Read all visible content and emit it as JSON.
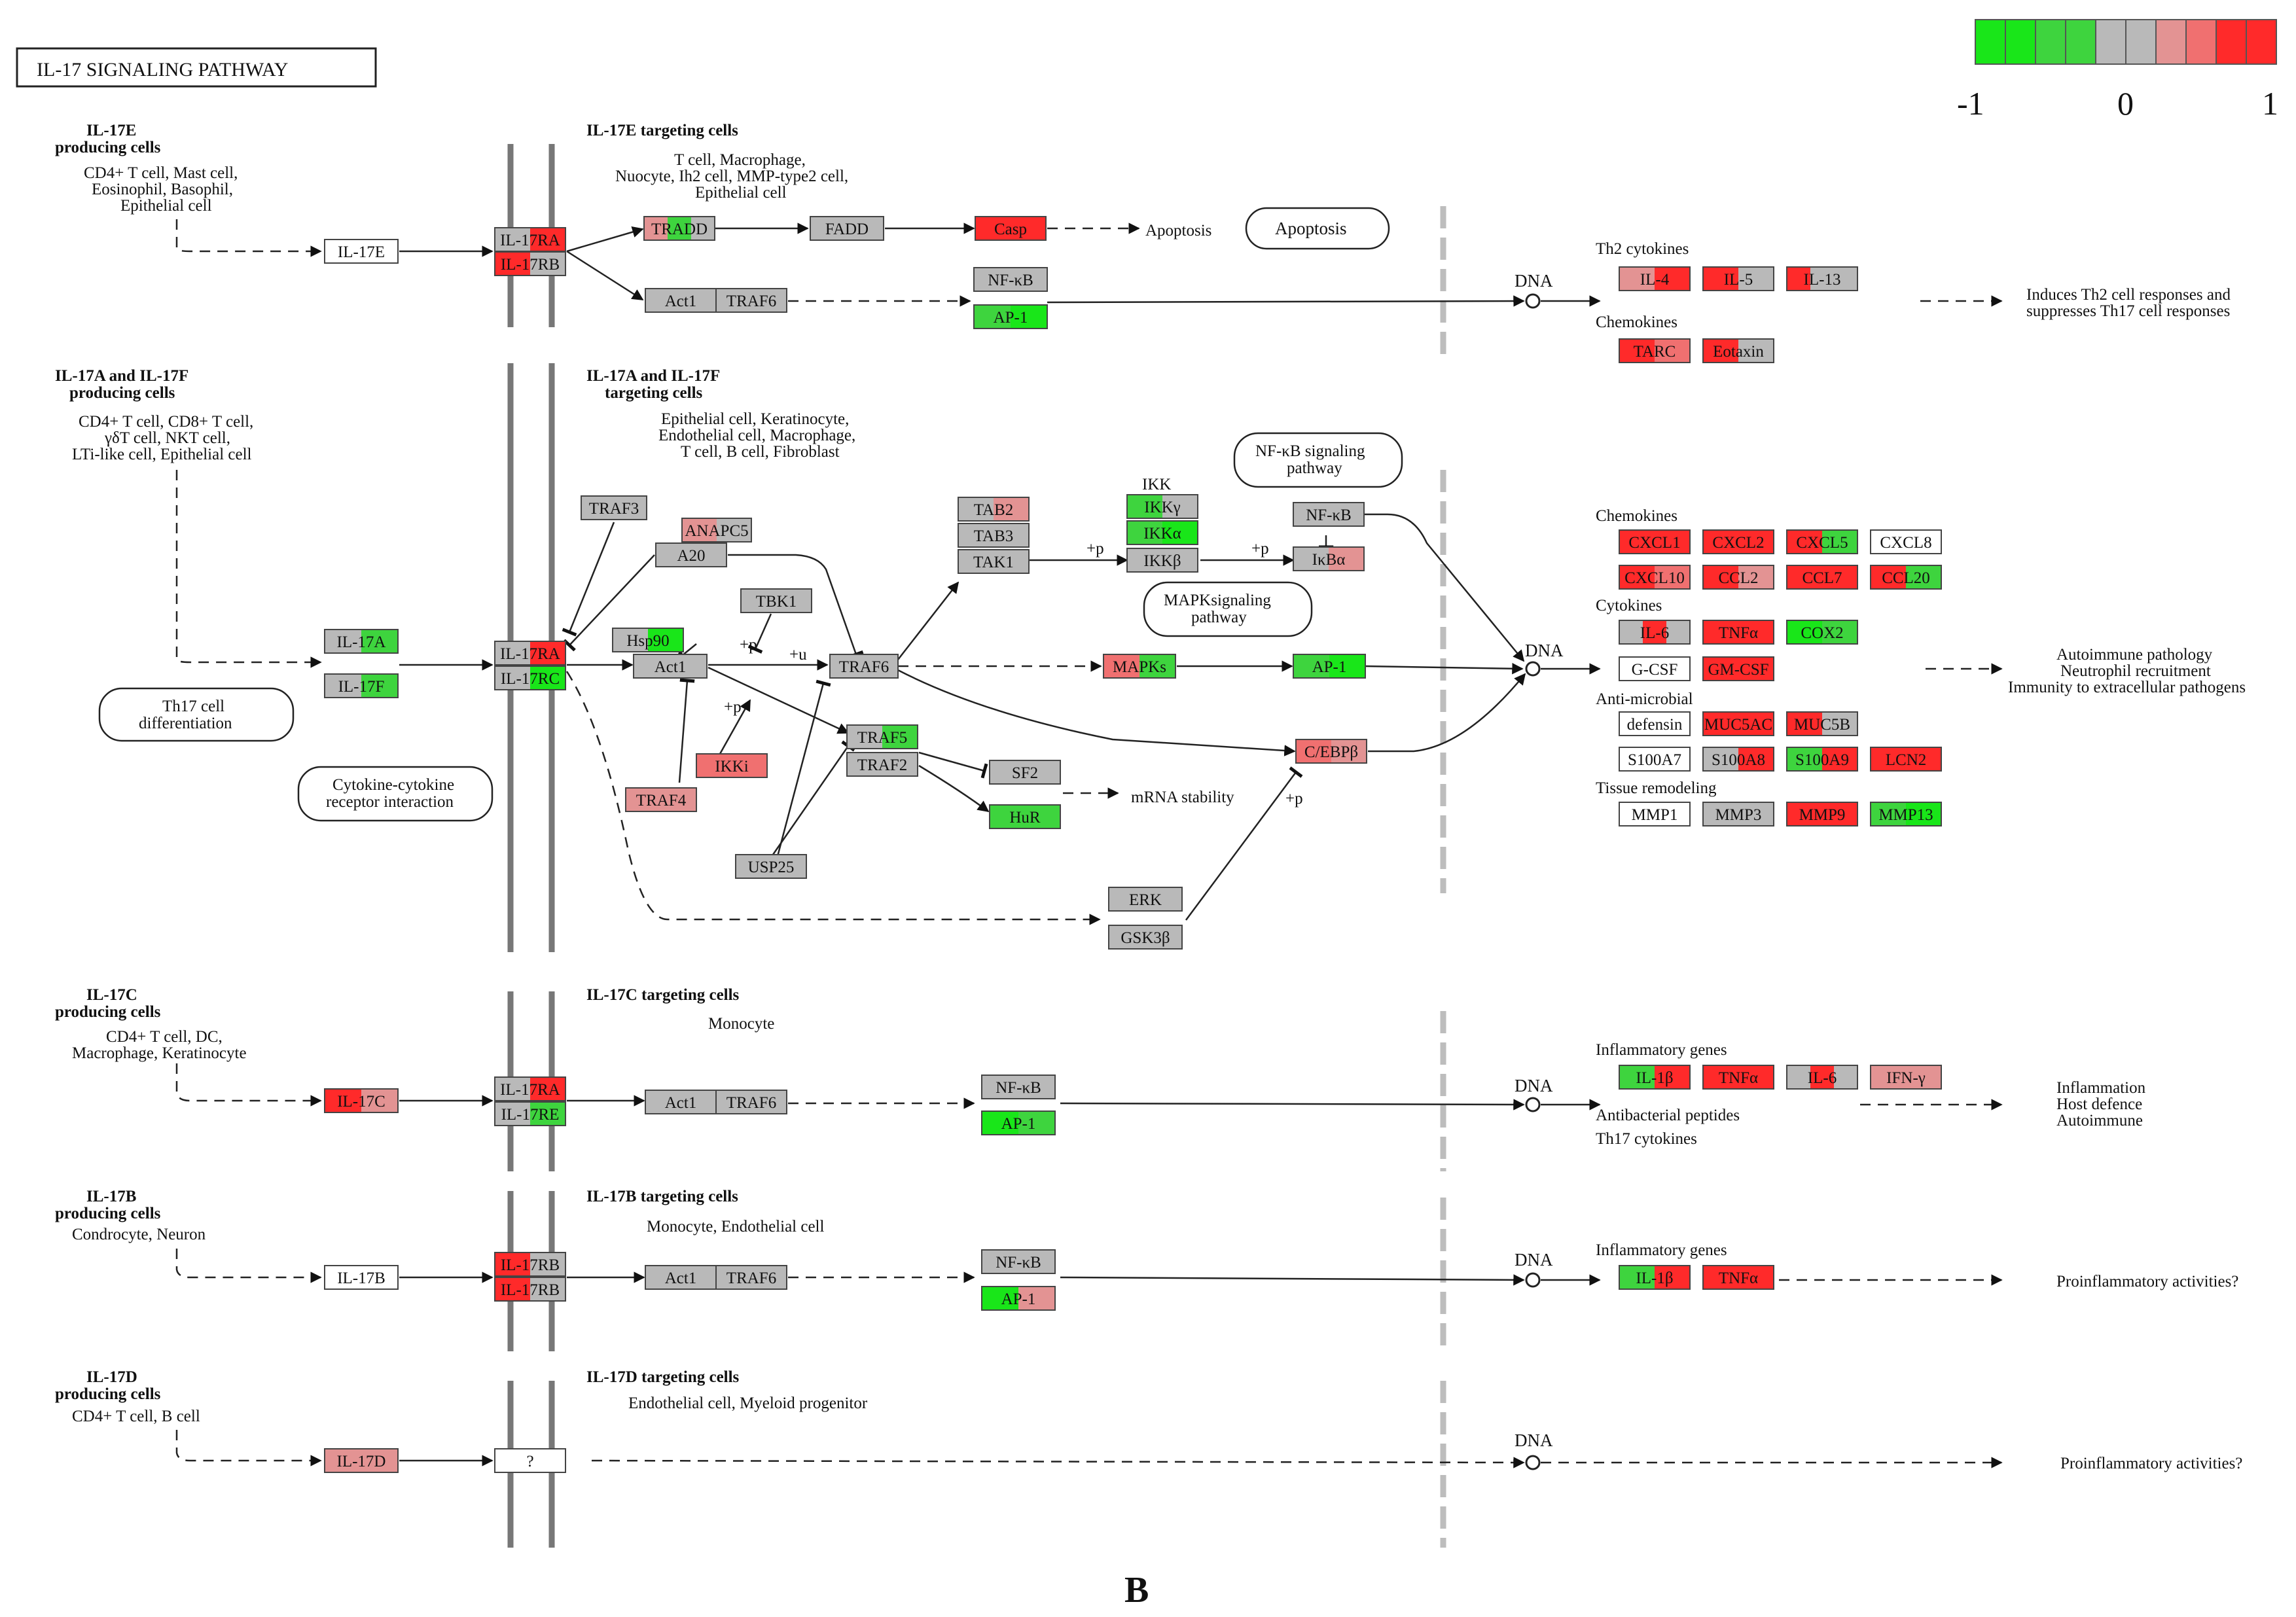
{
  "title": "IL-17 SIGNALING PATHWAY",
  "panel_letter": "B",
  "legend": {
    "min": "-1",
    "mid": "0",
    "max": "1",
    "colors": [
      "#19e619",
      "#19e619",
      "#3ed43e",
      "#3ed43e",
      "#b9b9b9",
      "#b9b9b9",
      "#e39393",
      "#f07070",
      "#ff2a2a",
      "#ff2a2a"
    ]
  },
  "labels": {
    "il17e_src": [
      "IL-17E",
      "producing cells"
    ],
    "il17e_src_cells": [
      "CD4+ T cell, Mast cell,",
      "Eosinophil, Basophil,",
      "Epithelial cell"
    ],
    "il17e_tgt": "IL-17E targeting cells",
    "il17e_tgt_cells": [
      "T cell, Macrophage,",
      "Nuocyte, Ih2 cell, MMP-type2 cell,",
      "Epithelial cell"
    ],
    "il17af_src": [
      "IL-17A and IL-17F",
      "producing cells"
    ],
    "il17af_src_cells": [
      "CD4+ T cell, CD8+ T cell,",
      "γδT cell, NKT cell,",
      "LTi-like cell, Epithelial cell"
    ],
    "il17af_tgt": [
      "IL-17A and IL-17F",
      "targeting cells"
    ],
    "il17af_tgt_cells": [
      "Epithelial cell, Keratinocyte,",
      "Endothelial cell, Macrophage,",
      "T cell, B cell, Fibroblast"
    ],
    "il17c_src": [
      "IL-17C",
      "producing cells"
    ],
    "il17c_src_cells": [
      "CD4+ T cell, DC,",
      "Macrophage, Keratinocyte"
    ],
    "il17c_tgt": "IL-17C targeting cells",
    "il17c_tgt_cells": "Monocyte",
    "il17b_src": [
      "IL-17B",
      "producing cells"
    ],
    "il17b_src_cells": "Condrocyte, Neuron",
    "il17b_tgt": "IL-17B targeting cells",
    "il17b_tgt_cells": "Monocyte, Endothelial cell",
    "il17d_src": [
      "IL-17D",
      "producing cells"
    ],
    "il17d_src_cells": "CD4+ T cell, B cell",
    "il17d_tgt": "IL-17D targeting cells",
    "il17d_tgt_cells": "Endothelial cell, Myeloid progenitor",
    "apoptosis": "Apoptosis",
    "ikk": "IKK",
    "th2_cytokines": "Th2 cytokines",
    "chemokines": "Chemokines",
    "cytokines": "Cytokines",
    "antimicrobial": "Anti-microbial",
    "tissue_remodeling": "Tissue remodeling",
    "inflammatory_genes": "Inflammatory genes",
    "antibacterial": "Antibacterial peptides",
    "th17_cytokines": "Th17 cytokines",
    "mrna": "mRNA stability",
    "p_plus": "+p",
    "u_plus": "+u",
    "dna": "DNA",
    "out_th2": [
      "Induces Th2 cell responses and",
      "suppresses Th17 cell responses"
    ],
    "out_auto": [
      "Autoimmune pathology",
      "Neutrophil recruitment",
      "Immunity to extracellular pathogens"
    ],
    "out_il17c": [
      "Inflammation",
      "Host defence",
      "Autoimmune"
    ],
    "out_pro": "Proinflammatory activities?"
  },
  "ovals": {
    "apoptosis": [
      "Apoptosis"
    ],
    "nfkb_path": [
      "NF-κB signaling",
      "pathway"
    ],
    "mapk_path": [
      "MAPKsignaling",
      "pathway"
    ],
    "th17": [
      "Th17 cell",
      "differentiation"
    ],
    "cyto": [
      "Cytokine-cytokine",
      "receptor interaction"
    ]
  },
  "genes": [
    {
      "id": "il17e",
      "label": "IL-17E",
      "fill": [
        "#ffffff"
      ]
    },
    {
      "id": "il17ra_e",
      "label": "IL-17RA",
      "fill": [
        "#b9b9b9",
        "#ff2a2a"
      ]
    },
    {
      "id": "il17rb_e",
      "label": "IL-17RB",
      "fill": [
        "#ff2a2a",
        "#b9b9b9"
      ]
    },
    {
      "id": "tradd",
      "label": "TRADD",
      "fill": [
        "#e39393",
        "#3ed43e",
        "#b9b9b9"
      ]
    },
    {
      "id": "fadd",
      "label": "FADD",
      "fill": [
        "#b9b9b9"
      ]
    },
    {
      "id": "casp",
      "label": "Casp",
      "fill": [
        "#ff2a2a"
      ]
    },
    {
      "id": "act1_e",
      "label": "Act1",
      "fill": [
        "#b9b9b9"
      ]
    },
    {
      "id": "traf6_e",
      "label": "TRAF6",
      "fill": [
        "#b9b9b9"
      ]
    },
    {
      "id": "nfkb_e",
      "label": "NF-κB",
      "fill": [
        "#b9b9b9"
      ]
    },
    {
      "id": "ap1_e",
      "label": "AP-1",
      "fill": [
        "#3ed43e",
        "#19e619"
      ]
    },
    {
      "id": "il4",
      "label": "IL-4",
      "fill": [
        "#e39393",
        "#ff2a2a"
      ]
    },
    {
      "id": "il5",
      "label": "IL-5",
      "fill": [
        "#ff2a2a",
        "#b9b9b9"
      ]
    },
    {
      "id": "il13",
      "label": "IL-13",
      "fill": [
        "#ff2a2a",
        "#b9b9b9",
        "#b9b9b9"
      ]
    },
    {
      "id": "tarc",
      "label": "TARC",
      "fill": [
        "#ff2a2a",
        "#f07070"
      ]
    },
    {
      "id": "eotaxin",
      "label": "Eotaxin",
      "fill": [
        "#ff2a2a",
        "#b9b9b9"
      ]
    },
    {
      "id": "il17a",
      "label": "IL-17A",
      "fill": [
        "#b9b9b9",
        "#3ed43e"
      ]
    },
    {
      "id": "il17f",
      "label": "IL-17F",
      "fill": [
        "#b9b9b9",
        "#3ed43e"
      ]
    },
    {
      "id": "il17ra_a",
      "label": "IL-17RA",
      "fill": [
        "#b9b9b9",
        "#ff2a2a"
      ]
    },
    {
      "id": "il17rc",
      "label": "IL-17RC",
      "fill": [
        "#b9b9b9",
        "#19e619"
      ]
    },
    {
      "id": "traf3",
      "label": "TRAF3",
      "fill": [
        "#b9b9b9"
      ]
    },
    {
      "id": "anapc5",
      "label": "ANAPC5",
      "fill": [
        "#e39393",
        "#b9b9b9"
      ]
    },
    {
      "id": "a20",
      "label": "A20",
      "fill": [
        "#b9b9b9"
      ]
    },
    {
      "id": "tbk1",
      "label": "TBK1",
      "fill": [
        "#b9b9b9"
      ]
    },
    {
      "id": "hsp90",
      "label": "Hsp90",
      "fill": [
        "#b9b9b9",
        "#19e619"
      ]
    },
    {
      "id": "act1_a",
      "label": "Act1",
      "fill": [
        "#b9b9b9"
      ]
    },
    {
      "id": "traf6_a",
      "label": "TRAF6",
      "fill": [
        "#b9b9b9"
      ]
    },
    {
      "id": "ikki",
      "label": "IKKi",
      "fill": [
        "#f07070"
      ]
    },
    {
      "id": "traf4",
      "label": "TRAF4",
      "fill": [
        "#e39393"
      ]
    },
    {
      "id": "usp25",
      "label": "USP25",
      "fill": [
        "#b9b9b9"
      ]
    },
    {
      "id": "tab2",
      "label": "TAB2",
      "fill": [
        "#b9b9b9",
        "#e39393"
      ]
    },
    {
      "id": "tab3",
      "label": "TAB3",
      "fill": [
        "#b9b9b9"
      ]
    },
    {
      "id": "tak1",
      "label": "TAK1",
      "fill": [
        "#b9b9b9"
      ]
    },
    {
      "id": "ikkg",
      "label": "IKKγ",
      "fill": [
        "#3ed43e",
        "#b9b9b9"
      ]
    },
    {
      "id": "ikka",
      "label": "IKKα",
      "fill": [
        "#3ed43e",
        "#19e619"
      ]
    },
    {
      "id": "ikkb",
      "label": "IKKβ",
      "fill": [
        "#b9b9b9"
      ]
    },
    {
      "id": "nfkb_a",
      "label": "NF-κB",
      "fill": [
        "#b9b9b9"
      ]
    },
    {
      "id": "ikba",
      "label": "IκBα",
      "fill": [
        "#b9b9b9",
        "#e39393"
      ]
    },
    {
      "id": "mapks",
      "label": "MAPKs",
      "fill": [
        "#f07070",
        "#3ed43e"
      ]
    },
    {
      "id": "ap1_a",
      "label": "AP-1",
      "fill": [
        "#3ed43e",
        "#19e619"
      ]
    },
    {
      "id": "traf5",
      "label": "TRAF5",
      "fill": [
        "#b9b9b9",
        "#3ed43e"
      ]
    },
    {
      "id": "traf2",
      "label": "TRAF2",
      "fill": [
        "#b9b9b9"
      ]
    },
    {
      "id": "sf2",
      "label": "SF2",
      "fill": [
        "#b9b9b9"
      ]
    },
    {
      "id": "hur",
      "label": "HuR",
      "fill": [
        "#3ed43e"
      ]
    },
    {
      "id": "cebpb",
      "label": "C/EBPβ",
      "fill": [
        "#f07070",
        "#e39393"
      ]
    },
    {
      "id": "erk",
      "label": "ERK",
      "fill": [
        "#b9b9b9"
      ]
    },
    {
      "id": "gsk3b",
      "label": "GSK3β",
      "fill": [
        "#b9b9b9"
      ]
    },
    {
      "id": "cxcl1",
      "label": "CXCL1",
      "fill": [
        "#ff2a2a"
      ]
    },
    {
      "id": "cxcl2",
      "label": "CXCL2",
      "fill": [
        "#ff2a2a"
      ]
    },
    {
      "id": "cxcl5",
      "label": "CXCL5",
      "fill": [
        "#ff2a2a",
        "#3ed43e"
      ]
    },
    {
      "id": "cxcl8",
      "label": "CXCL8",
      "fill": [
        "#ffffff"
      ]
    },
    {
      "id": "cxcl10",
      "label": "CXCL10",
      "fill": [
        "#ff2a2a",
        "#f07070"
      ]
    },
    {
      "id": "ccl2",
      "label": "CCL2",
      "fill": [
        "#ff2a2a",
        "#e39393"
      ]
    },
    {
      "id": "ccl7",
      "label": "CCL7",
      "fill": [
        "#ff2a2a"
      ]
    },
    {
      "id": "ccl20",
      "label": "CCL20",
      "fill": [
        "#ff2a2a",
        "#3ed43e"
      ]
    },
    {
      "id": "il6_a",
      "label": "IL-6",
      "fill": [
        "#b9b9b9",
        "#ff2a2a",
        "#b9b9b9"
      ]
    },
    {
      "id": "tnfa_a",
      "label": "TNFα",
      "fill": [
        "#ff2a2a"
      ]
    },
    {
      "id": "cox2",
      "label": "COX2",
      "fill": [
        "#19e619",
        "#3ed43e"
      ]
    },
    {
      "id": "gcsf",
      "label": "G-CSF",
      "fill": [
        "#ffffff"
      ]
    },
    {
      "id": "gmcsf",
      "label": "GM-CSF",
      "fill": [
        "#ff2a2a"
      ]
    },
    {
      "id": "defensin",
      "label": "defensin",
      "fill": [
        "#ffffff"
      ]
    },
    {
      "id": "muc5ac",
      "label": "MUC5AC",
      "fill": [
        "#ff2a2a"
      ]
    },
    {
      "id": "muc5b",
      "label": "MUC5B",
      "fill": [
        "#ff2a2a",
        "#b9b9b9"
      ]
    },
    {
      "id": "s100a7",
      "label": "S100A7",
      "fill": [
        "#ffffff"
      ]
    },
    {
      "id": "s100a8",
      "label": "S100A8",
      "fill": [
        "#b9b9b9",
        "#ff2a2a"
      ]
    },
    {
      "id": "s100a9",
      "label": "S100A9",
      "fill": [
        "#3ed43e",
        "#ff2a2a"
      ]
    },
    {
      "id": "lcn2",
      "label": "LCN2",
      "fill": [
        "#ff2a2a"
      ]
    },
    {
      "id": "mmp1",
      "label": "MMP1",
      "fill": [
        "#ffffff"
      ]
    },
    {
      "id": "mmp3",
      "label": "MMP3",
      "fill": [
        "#b9b9b9"
      ]
    },
    {
      "id": "mmp9",
      "label": "MMP9",
      "fill": [
        "#ff2a2a"
      ]
    },
    {
      "id": "mmp13",
      "label": "MMP13",
      "fill": [
        "#3ed43e",
        "#19e619"
      ]
    },
    {
      "id": "il17c",
      "label": "IL-17C",
      "fill": [
        "#ff2a2a",
        "#e39393"
      ]
    },
    {
      "id": "il17ra_c",
      "label": "IL-17RA",
      "fill": [
        "#b9b9b9",
        "#ff2a2a"
      ]
    },
    {
      "id": "il17re",
      "label": "IL-17RE",
      "fill": [
        "#b9b9b9",
        "#3ed43e"
      ]
    },
    {
      "id": "act1_c",
      "label": "Act1",
      "fill": [
        "#b9b9b9"
      ]
    },
    {
      "id": "traf6_c",
      "label": "TRAF6",
      "fill": [
        "#b9b9b9"
      ]
    },
    {
      "id": "nfkb_c",
      "label": "NF-κB",
      "fill": [
        "#b9b9b9"
      ]
    },
    {
      "id": "ap1_c",
      "label": "AP-1",
      "fill": [
        "#19e619",
        "#3ed43e"
      ]
    },
    {
      "id": "il1b_c",
      "label": "IL-1β",
      "fill": [
        "#3ed43e",
        "#ff2a2a"
      ]
    },
    {
      "id": "tnfa_c",
      "label": "TNFα",
      "fill": [
        "#ff2a2a"
      ]
    },
    {
      "id": "il6_c",
      "label": "IL-6",
      "fill": [
        "#b9b9b9",
        "#ff2a2a",
        "#b9b9b9"
      ]
    },
    {
      "id": "ifng",
      "label": "IFN-γ",
      "fill": [
        "#e39393"
      ]
    },
    {
      "id": "il17b",
      "label": "IL-17B",
      "fill": [
        "#ffffff"
      ]
    },
    {
      "id": "il17rb_b1",
      "label": "IL-17RB",
      "fill": [
        "#ff2a2a",
        "#b9b9b9"
      ]
    },
    {
      "id": "il17rb_b2",
      "label": "IL-17RB",
      "fill": [
        "#ff2a2a",
        "#b9b9b9"
      ]
    },
    {
      "id": "act1_b",
      "label": "Act1",
      "fill": [
        "#b9b9b9"
      ]
    },
    {
      "id": "traf6_b",
      "label": "TRAF6",
      "fill": [
        "#b9b9b9"
      ]
    },
    {
      "id": "nfkb_b",
      "label": "NF-κB",
      "fill": [
        "#b9b9b9"
      ]
    },
    {
      "id": "ap1_b",
      "label": "AP-1",
      "fill": [
        "#19e619",
        "#e39393"
      ]
    },
    {
      "id": "il1b_b",
      "label": "IL-1β",
      "fill": [
        "#3ed43e",
        "#ff2a2a"
      ]
    },
    {
      "id": "tnfa_b",
      "label": "TNFα",
      "fill": [
        "#ff2a2a"
      ]
    },
    {
      "id": "il17d",
      "label": "IL-17D",
      "fill": [
        "#e39393"
      ]
    },
    {
      "id": "unknown",
      "label": "?",
      "fill": [
        "#ffffff"
      ]
    }
  ]
}
